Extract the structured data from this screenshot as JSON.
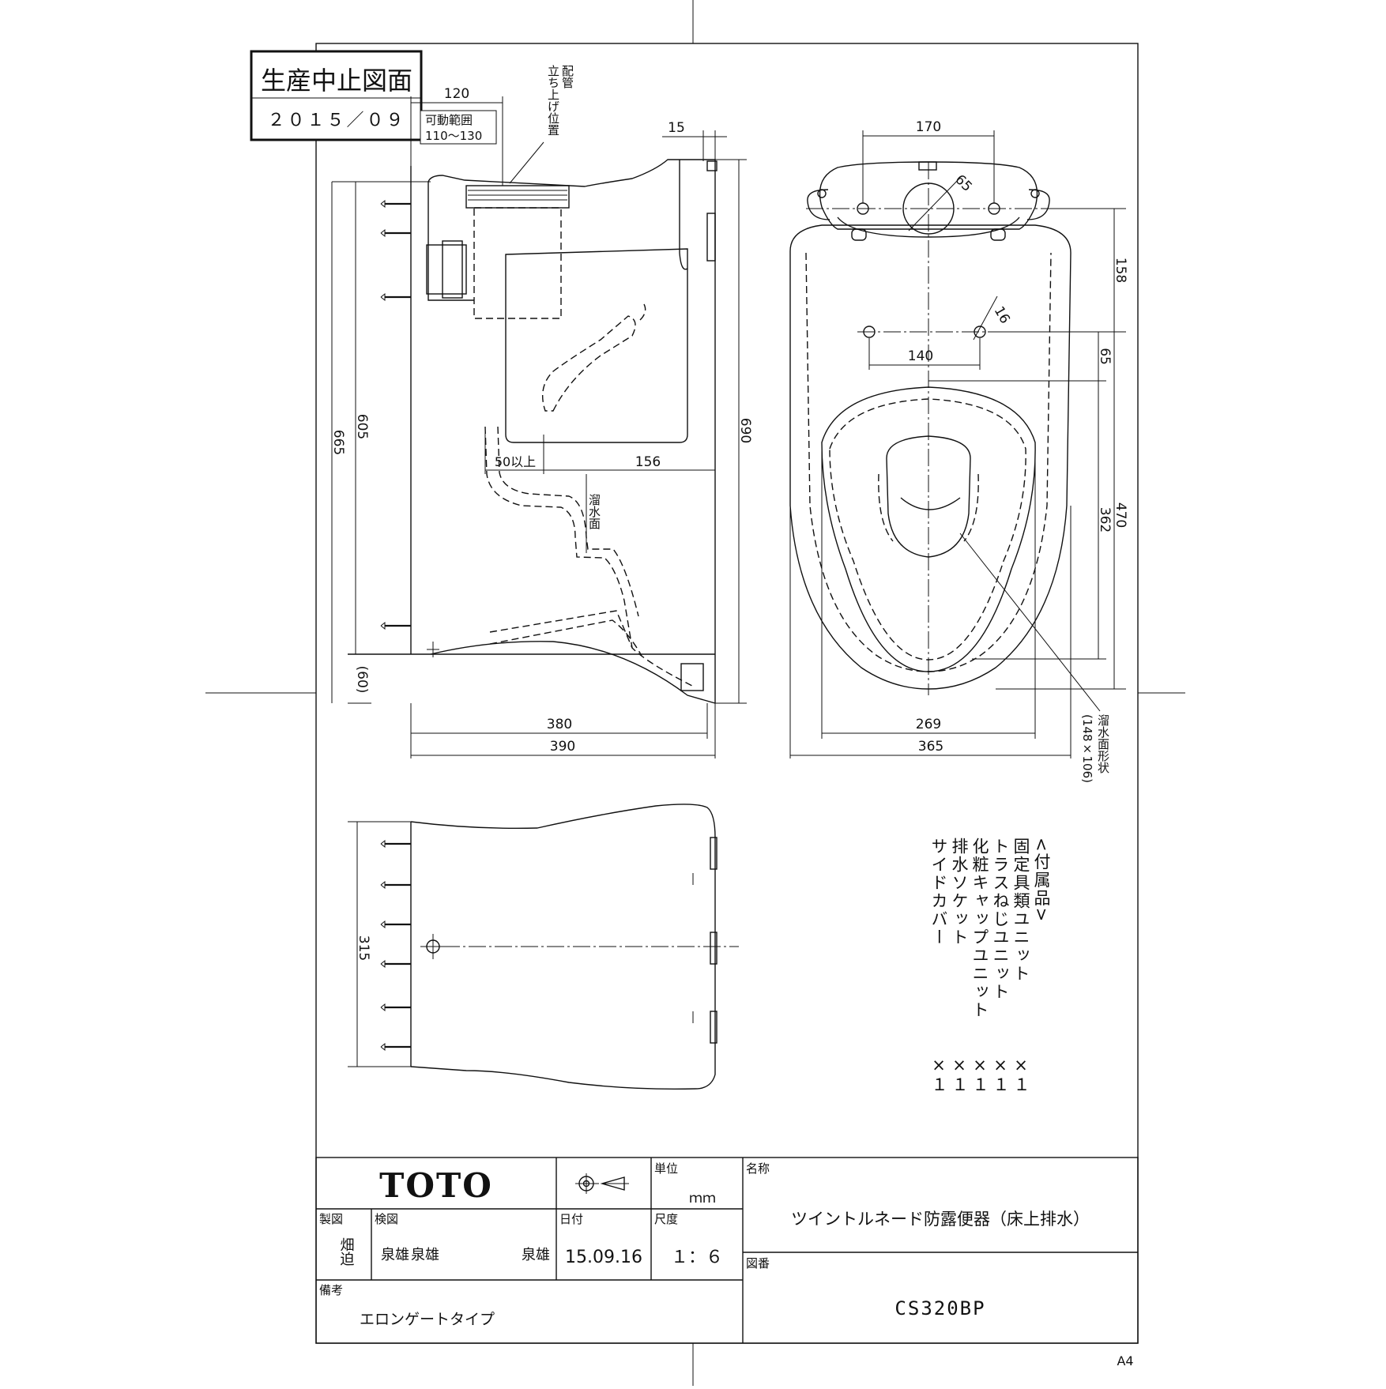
{
  "stamp": {
    "line1": "生産中止図面",
    "line2": "２０１５／０９"
  },
  "side_view": {
    "adjust_label_1": "可動範囲",
    "adjust_label_2": "110～130",
    "pipe_label_1": "配管",
    "pipe_label_2": "立ち上げ位置",
    "water_surface_label": "溜水面",
    "clearance_label": "50以上",
    "dims": {
      "d120": "120",
      "d15": "15",
      "d605": "605",
      "d665": "665",
      "d690": "690",
      "d60": "(60)",
      "d156": "156",
      "d380": "380",
      "d390": "390"
    }
  },
  "top_view": {
    "dims": {
      "d170": "170",
      "d65a": "65",
      "d16": "16",
      "d140": "140",
      "d158": "158",
      "d65b": "65",
      "d362": "362",
      "d470": "470",
      "d269": "269",
      "d365": "365"
    },
    "surface_shape_label": "溜水面形状",
    "surface_shape_size": "(148×106)"
  },
  "rear_view": {
    "dims": {
      "d315": "315"
    }
  },
  "accessories": {
    "heading": "<付属品>",
    "items": [
      {
        "name": "固定具類ユニット",
        "qty": "×１"
      },
      {
        "name": "トラスねじユニット",
        "qty": "×１"
      },
      {
        "name": "化粧キャップユニット",
        "qty": "×１"
      },
      {
        "name": "排水ソケット",
        "qty": "×１"
      },
      {
        "name": "サイドカバー",
        "qty": "×１"
      }
    ]
  },
  "title_block": {
    "brand": "TOTO",
    "unit_label": "単位",
    "unit_value": "ｍｍ",
    "name_label": "名称",
    "name_value": "ツイントルネード防露便器（床上排水）",
    "drawn_label": "製図",
    "drawn_by": "畑迫",
    "checked_label": "検図",
    "checked_1": "泉雄",
    "checked_2": "泉雄",
    "checked_3": "泉雄",
    "date_label": "日付",
    "date_value": "15.09.16",
    "scale_label": "尺度",
    "scale_value": "１：６",
    "drawing_no_label": "図番",
    "drawing_no_value": "CS320BP",
    "remarks_label": "備考",
    "remarks_value": "エロンゲートタイプ"
  },
  "paper_size": "A4"
}
